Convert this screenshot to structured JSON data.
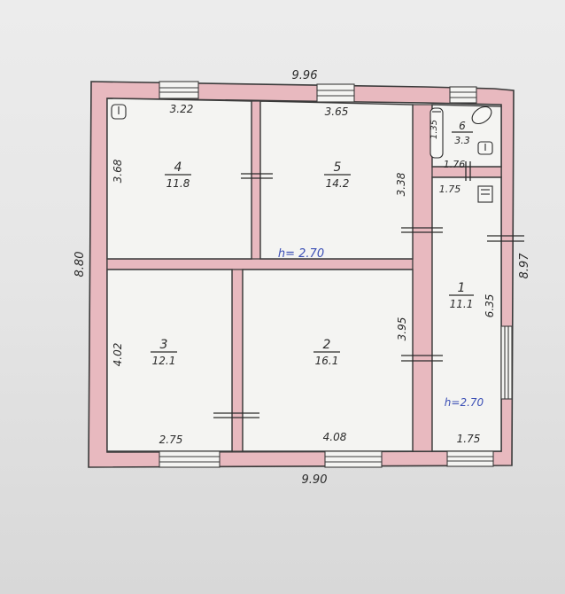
{
  "plan": {
    "outer_dims": {
      "top": "9.96",
      "bottom": "9.90",
      "left": "8.80",
      "right": "8.97"
    },
    "inner_dims": {
      "room4_top": "3.22",
      "room5_top": "3.65",
      "room4_left": "3.68",
      "room5_right": "3.38",
      "room3_left": "4.02",
      "room3_bottom": "2.75",
      "room2_bottom": "4.08",
      "room2_right": "3.95",
      "room1_height": "6.35",
      "room1_bottom": "1.75",
      "bath_height": "1.35",
      "bath_width_a": "1.76",
      "bath_width_b": "1.75"
    },
    "rooms": [
      {
        "id": "4",
        "area": "11.8"
      },
      {
        "id": "5",
        "area": "14.2"
      },
      {
        "id": "6",
        "area": "3.3"
      },
      {
        "id": "1",
        "area": "11.1"
      },
      {
        "id": "3",
        "area": "12.1"
      },
      {
        "id": "2",
        "area": "16.1"
      }
    ],
    "heights": {
      "main": "h= 2.70",
      "hall": "h=2.70"
    }
  },
  "colors": {
    "wall": "#e8b9bf",
    "line": "#3a3a3a",
    "paper": "#f3f3f1",
    "blue_ink": "#3b4fb5"
  }
}
